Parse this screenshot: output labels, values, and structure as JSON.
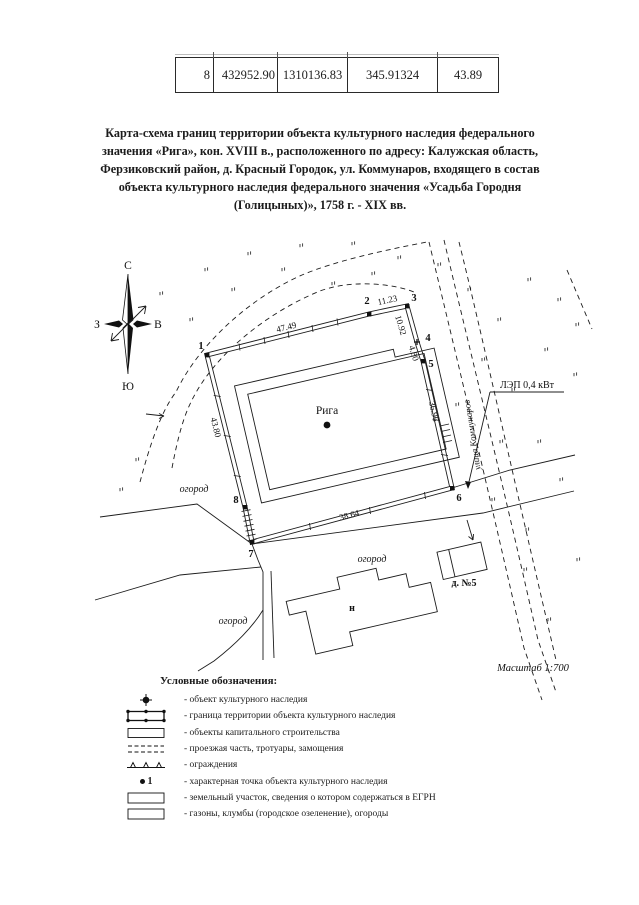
{
  "table": {
    "cells": [
      "8",
      "432952.90",
      "1310136.83",
      "345.91324",
      "43.89"
    ]
  },
  "title": {
    "lines": [
      "Карта-схема границ территории объекта культурного наследия  федерального",
      "значения «Рига», кон.  XVIII в., расположенного по адресу: Калужская область,",
      "Ферзиковский район, д. Красный Городок, ул. Коммунаров, входящего в состав",
      "объекта культурного наследия федерального значения «Усадьба Городня",
      "(Голицыных)»,  1758 г. - XIX вв."
    ]
  },
  "map": {
    "compass": {
      "n": "С",
      "s": "Ю",
      "w": "З",
      "e": "В"
    },
    "labels": {
      "object": "Рига",
      "street": "улица Коммунаров",
      "power_line": "ЛЭП 0,4 кВт",
      "garden": "огород",
      "house": "д. №5",
      "building_mark": "н",
      "scale": "Масштаб 1:700"
    },
    "points": {
      "p1": "1",
      "p2": "2",
      "p3": "3",
      "p4": "4",
      "p5": "5",
      "p6": "6",
      "p7": "7",
      "p8": "8"
    },
    "distances": {
      "d12": "47.49",
      "d23": "11.23",
      "d34": "10.92",
      "d45": "4.80",
      "d56": "36.96",
      "d67": "38.64",
      "d18": "43.80"
    }
  },
  "legend": {
    "title": "Условные обозначения:",
    "point_marker_number": "1",
    "items": [
      {
        "label": "- объект культурного наследия"
      },
      {
        "label": "- граница территории объекта культурного наследия"
      },
      {
        "label": "- объекты капитального строительства"
      },
      {
        "label": "- проезжая часть, тротуары, замощения"
      },
      {
        "label": "- ограждения"
      },
      {
        "label": "- характерная точка объекта культурного наследия"
      },
      {
        "label": "- земельный участок, сведения о котором содержаться в ЕГРН"
      },
      {
        "label": "- газоны, клумбы (городское озеленение), огороды"
      }
    ]
  }
}
